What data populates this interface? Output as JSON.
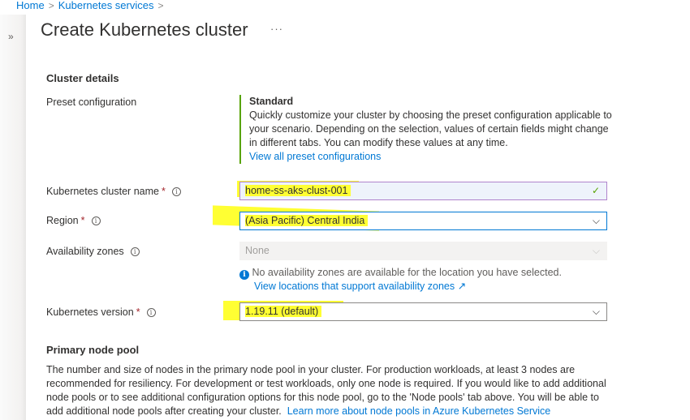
{
  "breadcrumb": [
    {
      "label": "Home"
    },
    {
      "label": "Kubernetes services"
    }
  ],
  "breadcrumb_separator": ">",
  "page": {
    "title": "Create Kubernetes cluster",
    "more_label": "···",
    "expand_label": "»"
  },
  "cluster_details": {
    "section_title": "Cluster details",
    "preset": {
      "label": "Preset configuration",
      "title": "Standard",
      "description": "Quickly customize your cluster by choosing the preset configuration applicable to your scenario. Depending on the selection, values of certain fields might change in different tabs. You can modify these values at any time.",
      "link": "View all preset configurations"
    },
    "cluster_name": {
      "label": "Kubernetes cluster name",
      "required": "*",
      "value": "home-ss-aks-clust-001",
      "valid_icon": "✓"
    },
    "region": {
      "label": "Region",
      "required": "*",
      "value": "(Asia Pacific) Central India"
    },
    "availability_zones": {
      "label": "Availability zones",
      "value": "None",
      "info_message": "No availability zones are available for the location you have selected.",
      "info_link": "View locations that support availability zones",
      "external_icon": "↗"
    },
    "kubernetes_version": {
      "label": "Kubernetes version",
      "required": "*",
      "value": "1.19.11 (default)"
    },
    "info_glyph": "i",
    "chevron_glyph": "⌵"
  },
  "primary_node_pool": {
    "section_title": "Primary node pool",
    "description": "The number and size of nodes in the primary node pool in your cluster. For production workloads, at least 3 nodes are recommended for resiliency. For development or test workloads, only one node is required. If you would like to add additional node pools or to see additional configuration options for this node pool, go to the 'Node pools' tab above. You will be able to add additional node pools after creating your cluster.",
    "link": "Learn more about node pools in Azure Kubernetes Service"
  },
  "colors": {
    "link": "#0078d4",
    "required": "#a4262c",
    "preset_accent": "#57a300",
    "highlight": "#ffff33",
    "focus_border": "#0078d4"
  }
}
